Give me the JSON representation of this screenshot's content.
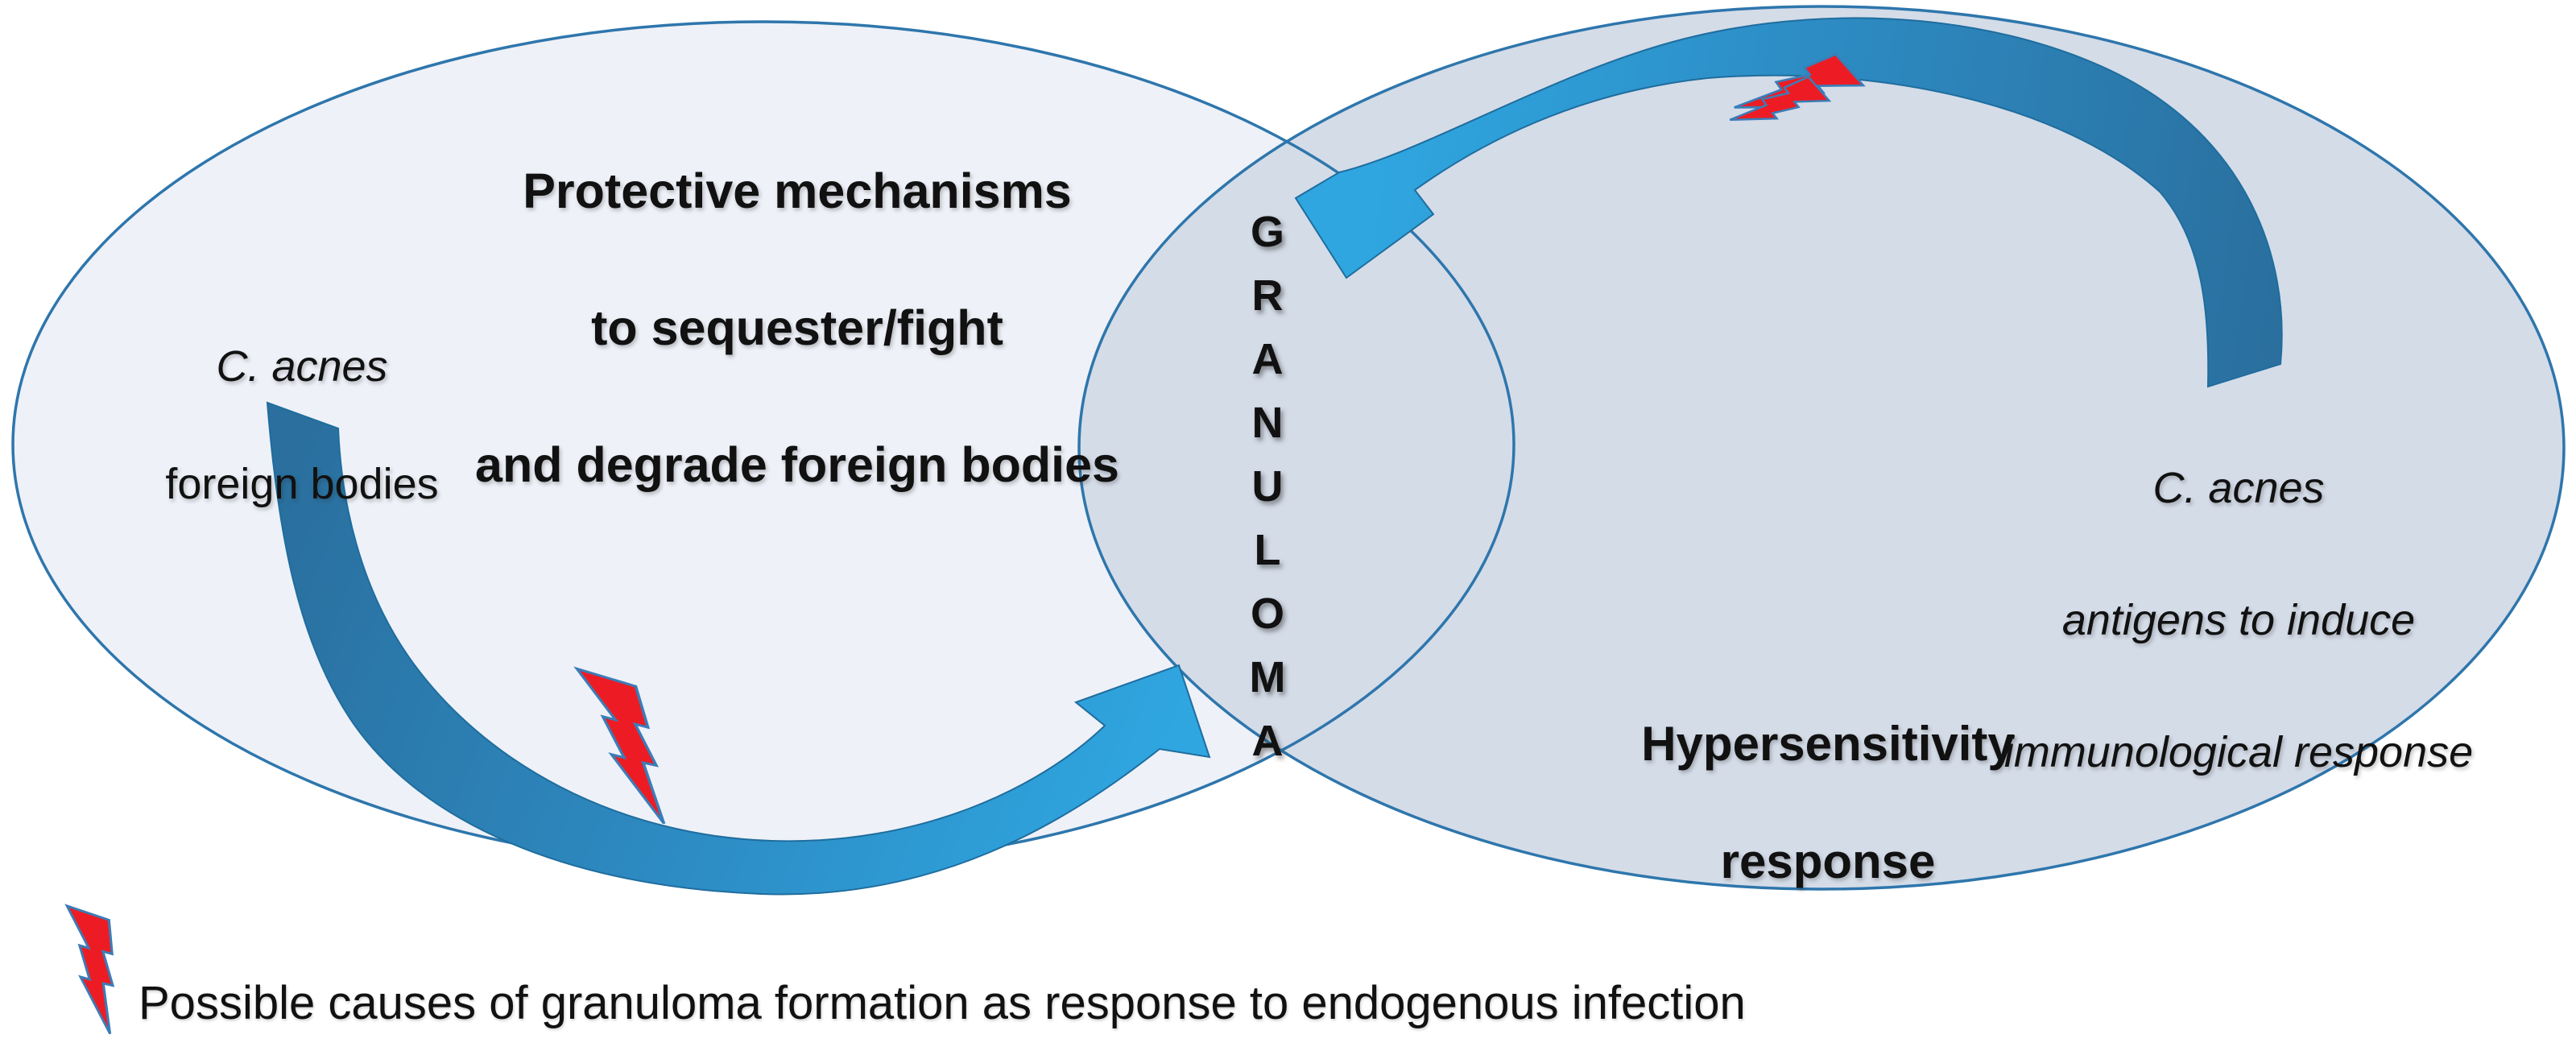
{
  "diagram": {
    "left_ellipse": {
      "title_line1": "Protective mechanisms",
      "title_line2": "to sequester/fight",
      "title_line3": "and degrade foreign bodies",
      "label_species": "C. acnes",
      "label_type": "foreign bodies"
    },
    "overlap": {
      "label": "GRANULOMA"
    },
    "right_ellipse": {
      "label_species": "C. acnes",
      "label_line2": "antigens to induce",
      "label_line3": "immunological response",
      "title_line1": "Hypersensitivity",
      "title_line2": "response"
    },
    "legend": {
      "text": "Possible causes of granuloma formation as response to endogenous infection",
      "icon": "lightning-bolt"
    },
    "colors": {
      "left_ellipse_fill": "#eef1f8",
      "right_ellipse_fill": "#d4dce8",
      "ellipse_stroke": "#2e76ac",
      "arrow_dark": "#2a6f9e",
      "arrow_mid": "#2d8cc4",
      "arrow_bright": "#2fa6e0",
      "bolt_red": "#ed1c24",
      "bolt_stroke": "#3a7db8",
      "text": "#111111"
    }
  }
}
